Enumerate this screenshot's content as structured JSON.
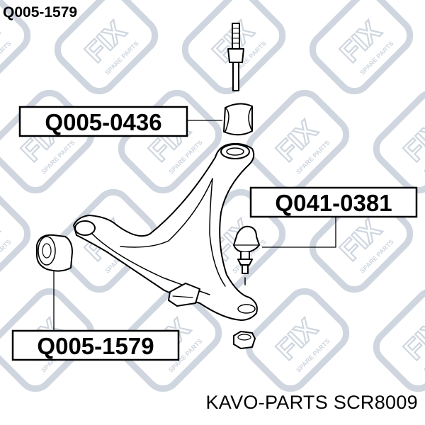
{
  "header": {
    "part_code": "Q005-1579"
  },
  "footer": {
    "brand_part": "KAVO-PARTS SCR8009"
  },
  "watermark": {
    "logo_text": "FIX",
    "tagline": "SPARE PARTS",
    "color": "#cfd6df"
  },
  "callouts": [
    {
      "id": "top-bushing",
      "code": "Q005-0436"
    },
    {
      "id": "ball-joint",
      "code": "Q041-0381"
    },
    {
      "id": "front-bushing",
      "code": "Q005-1579"
    }
  ]
}
